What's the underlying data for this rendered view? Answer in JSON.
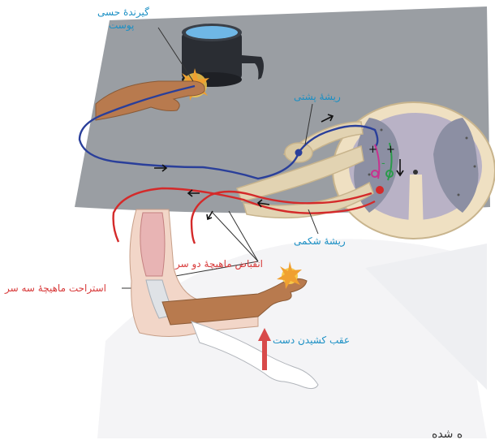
{
  "labels": {
    "skin_receptor_line1": "گیرندۀ حسی",
    "skin_receptor_line2": "پوست",
    "dorsal_root": "ریشۀ پشتی",
    "ventral_root": "ریشۀ شکمی",
    "biceps_contraction": "انقباض ماهیچۀ دو سر",
    "triceps_relaxation": "استراحت ماهیچۀ سه سر",
    "hand_withdrawal": "عقب کشیدن دست",
    "cut_text": "ه  شده"
  },
  "colors": {
    "label_blue": "#1a8fc4",
    "label_red": "#d83a3a",
    "sensory_nerve": "#2a3f9a",
    "motor_nerve": "#d42a2a",
    "panel_gray": "#9a9ea3",
    "skin": "#b87a4e"
  }
}
